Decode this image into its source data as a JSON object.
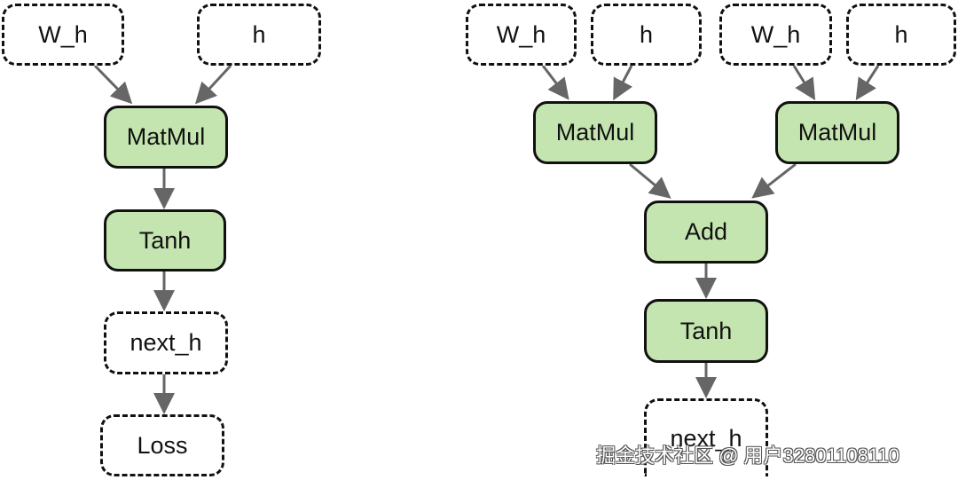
{
  "left_graph": {
    "w_h": "W_h",
    "h": "h",
    "matmul": "MatMul",
    "tanh": "Tanh",
    "next_h": "next_h",
    "loss": "Loss"
  },
  "right_graph": {
    "w_h_1": "W_h",
    "h_1": "h",
    "w_h_2": "W_h",
    "h_2": "h",
    "matmul_1": "MatMul",
    "matmul_2": "MatMul",
    "add": "Add",
    "tanh": "Tanh",
    "next_h": "next_h"
  },
  "watermark": "掘金技术社区 @ 用户3280110811​0",
  "colors": {
    "op_fill": "#c5e5b0",
    "border": "#111111",
    "arrow": "#666666"
  }
}
